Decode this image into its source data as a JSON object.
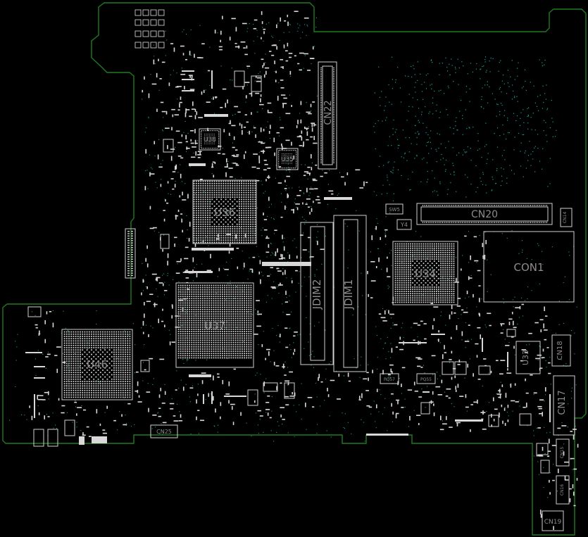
{
  "labels": {
    "u36": "U36",
    "u37": "U37",
    "u46": "U46",
    "u34": "U34",
    "u38": "U38",
    "u35": "U35",
    "u33": "U33",
    "jdim1": "JDIM1",
    "jdim2": "JDIM2",
    "cn20": "CN20",
    "cn22": "CN22",
    "con1": "CON1",
    "cn17": "CN17",
    "cn18": "CN18",
    "cn19": "CN19",
    "cn16": "CN16",
    "cn15": "CN15",
    "cn14": "CN14",
    "cn25": "CN25",
    "sw5": "SW5",
    "y4": "Y4",
    "pq57": "PQ57",
    "pq55": "PQ55"
  },
  "colors": {
    "background": "#000000",
    "board_outline": "#1f7a1f",
    "silkscreen": "#d0d0d0",
    "label": "#8c8c8c",
    "via": "#1aa39a"
  }
}
